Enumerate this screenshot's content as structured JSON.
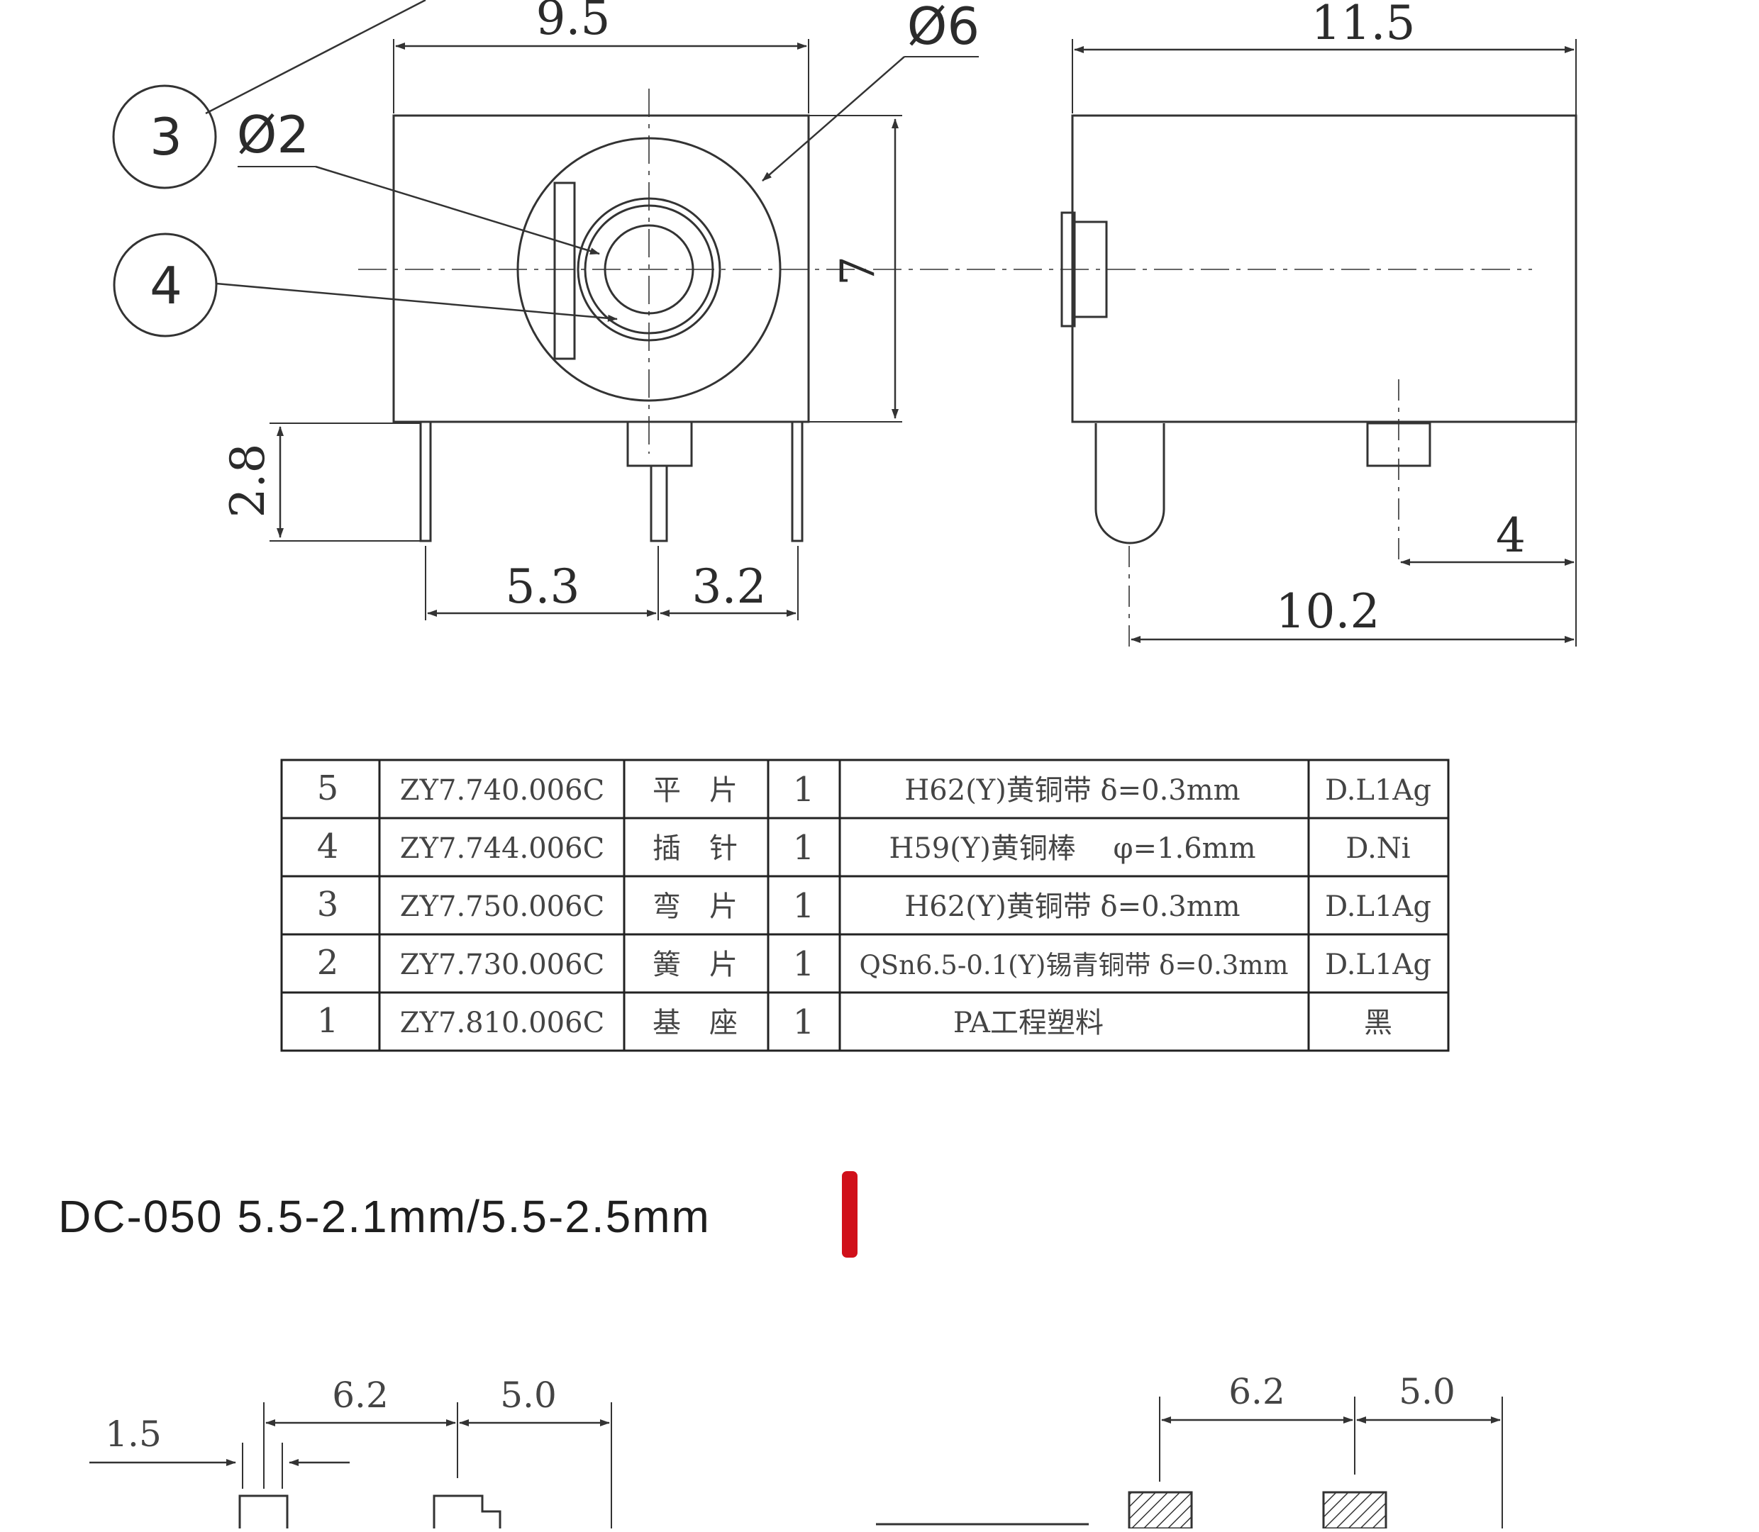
{
  "drawing_front": {
    "dims": {
      "top_width": "9.5",
      "outer_diameter": "Ø6",
      "inner_diameter": "Ø2",
      "height": "7",
      "pin_length": "2.8",
      "pin_spacing_left": "5.3",
      "pin_spacing_right": "3.2"
    },
    "balloons": {
      "part3": "3",
      "part4": "4"
    }
  },
  "drawing_side": {
    "dims": {
      "length": "11.5",
      "pin_offset": "4",
      "pin_span": "10.2"
    }
  },
  "parts_table": {
    "rows": [
      {
        "no": "5",
        "code": "ZY7.740.006C",
        "name": "平　片",
        "qty": "1",
        "material": "H62(Y)黄铜带 δ=0.3mm",
        "finish": "D.L1Ag"
      },
      {
        "no": "4",
        "code": "ZY7.744.006C",
        "name": "插　针",
        "qty": "1",
        "material": "H59(Y)黄铜棒　 φ=1.6mm",
        "finish": "D.Ni"
      },
      {
        "no": "3",
        "code": "ZY7.750.006C",
        "name": "弯　片",
        "qty": "1",
        "material": "H62(Y)黄铜带 δ=0.3mm",
        "finish": "D.L1Ag"
      },
      {
        "no": "2",
        "code": "ZY7.730.006C",
        "name": "簧　片",
        "qty": "1",
        "material": "QSn6.5-0.1(Y)锡青铜带 δ=0.3mm",
        "finish": "D.L1Ag"
      },
      {
        "no": "1",
        "code": "ZY7.810.006C",
        "name": "基　座",
        "qty": "1",
        "material": "PA工程塑料",
        "finish": "黑"
      }
    ]
  },
  "section_title": "DC-050  5.5-2.1mm/5.5-2.5mm",
  "accent_color": "#d0101a",
  "drawing_bottom": {
    "left_dims": {
      "a": "1.5",
      "b": "6.2",
      "c": "5.0"
    },
    "right_dims": {
      "b": "6.2",
      "c": "5.0"
    }
  }
}
